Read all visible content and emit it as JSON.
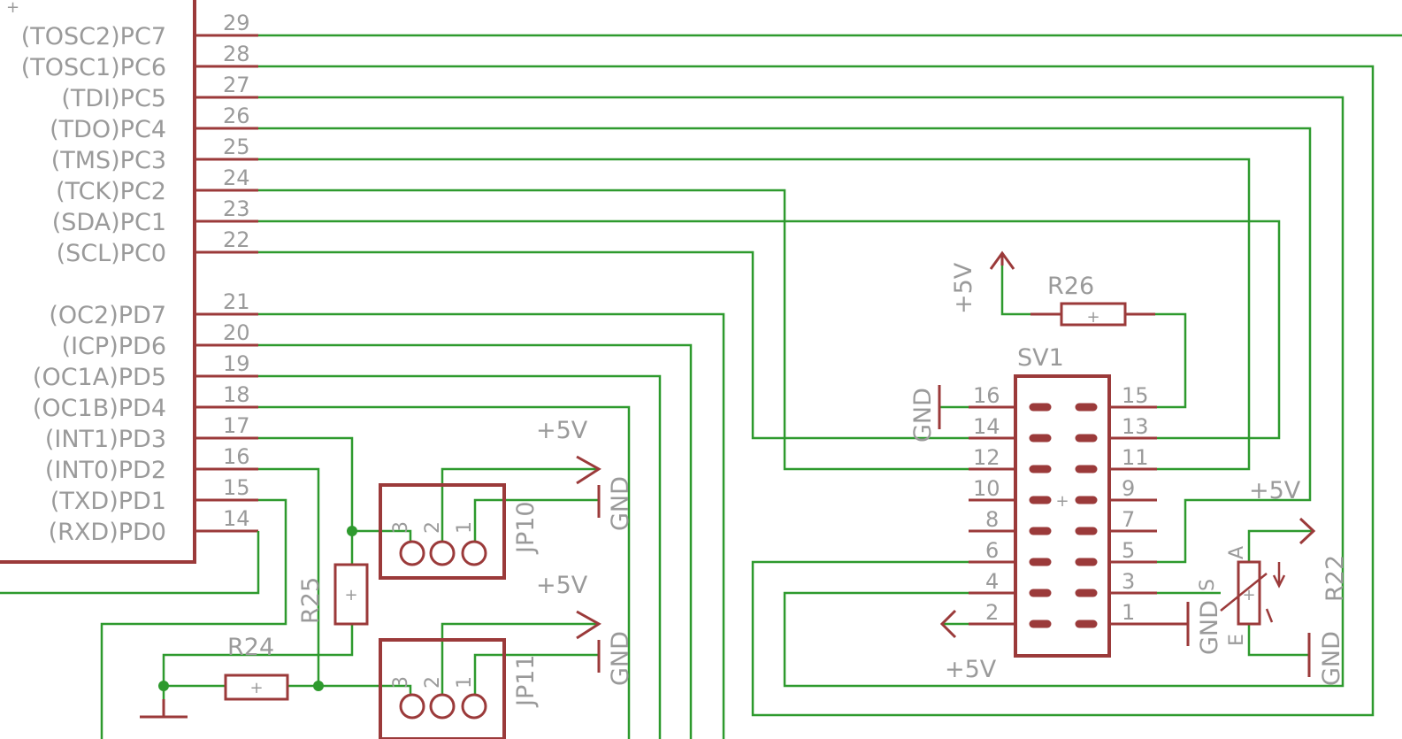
{
  "colors": {
    "wire": "#2e9a2e",
    "part": "#9b3a3a",
    "junction": "#2e9a2e",
    "text": "#9a9a9a"
  },
  "origin_mark": "+",
  "mcu": {
    "pins": [
      {
        "name": "(TOSC2)PC7",
        "num": "29"
      },
      {
        "name": "(TOSC1)PC6",
        "num": "28"
      },
      {
        "name": "(TDI)PC5",
        "num": "27"
      },
      {
        "name": "(TDO)PC4",
        "num": "26"
      },
      {
        "name": "(TMS)PC3",
        "num": "25"
      },
      {
        "name": "(TCK)PC2",
        "num": "24"
      },
      {
        "name": "(SDA)PC1",
        "num": "23"
      },
      {
        "name": "(SCL)PC0",
        "num": "22"
      },
      {
        "name": "(OC2)PD7",
        "num": "21"
      },
      {
        "name": "(ICP)PD6",
        "num": "20"
      },
      {
        "name": "(OC1A)PD5",
        "num": "19"
      },
      {
        "name": "(OC1B)PD4",
        "num": "18"
      },
      {
        "name": "(INT1)PD3",
        "num": "17"
      },
      {
        "name": "(INT0)PD2",
        "num": "16"
      },
      {
        "name": "(TXD)PD1",
        "num": "15"
      },
      {
        "name": "(RXD)PD0",
        "num": "14"
      }
    ]
  },
  "sv1": {
    "name": "SV1",
    "left_nums": [
      "16",
      "14",
      "12",
      "10",
      "8",
      "6",
      "4",
      "2"
    ],
    "right_nums": [
      "15",
      "13",
      "11",
      "9",
      "7",
      "5",
      "3",
      "1"
    ],
    "center_mark": "+"
  },
  "labels": {
    "r26": "R26",
    "r25": "R25",
    "r24": "R24",
    "r22": "R22",
    "jp10": "JP10",
    "jp11": "JP11",
    "plus5v": "+5V",
    "gnd": "GND",
    "pot_a": "A",
    "pot_s": "S",
    "pot_e": "E",
    "resistor_mark": "+",
    "jp_pin3": "3",
    "jp_pin2": "2",
    "jp_pin1": "1"
  }
}
